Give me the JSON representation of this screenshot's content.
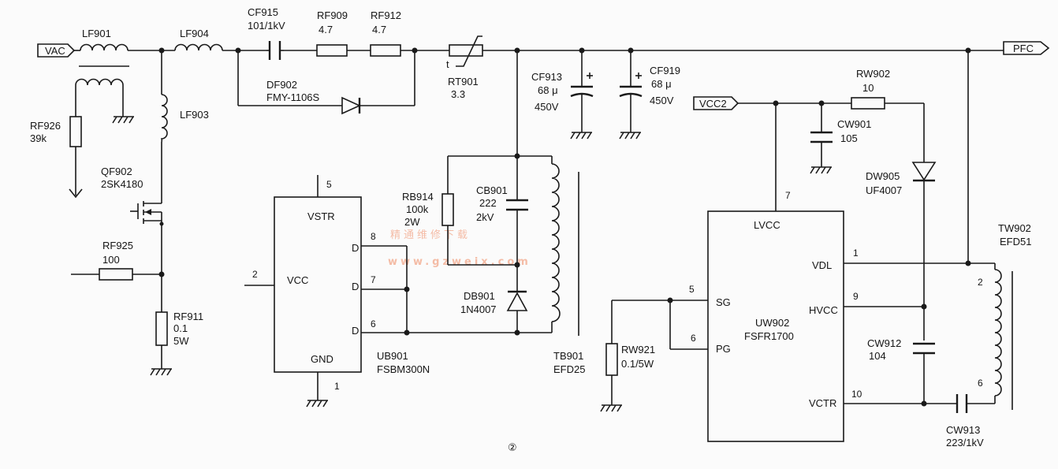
{
  "ports": {
    "vac": "VAC",
    "pfc": "PFC",
    "vcc2": "VCC2"
  },
  "components": {
    "lf901": "LF901",
    "lf904": "LF904",
    "lf903": "LF903",
    "cf915": {
      "name": "CF915",
      "value": "101/1kV"
    },
    "rf909": {
      "name": "RF909",
      "value": "4.7"
    },
    "rf912": {
      "name": "RF912",
      "value": "4.7"
    },
    "df902": {
      "name": "DF902",
      "value": "FMY-1106S"
    },
    "rt901": {
      "name": "RT901",
      "value": "3.3",
      "mark": "t"
    },
    "cf913": {
      "name": "CF913",
      "cap": "68 μ",
      "volt": "450V"
    },
    "cf919": {
      "name": "CF919",
      "cap": "68 μ",
      "volt": "450V"
    },
    "rf926": {
      "name": "RF926",
      "value": "39k"
    },
    "qf902": {
      "name": "QF902",
      "value": "2SK4180"
    },
    "rf925": {
      "name": "RF925",
      "value": "100"
    },
    "rf911": {
      "name": "RF911",
      "value": "0.1",
      "power": "5W"
    },
    "ub901": {
      "name": "UB901",
      "value": "FSBM300N",
      "vstr": "VSTR",
      "vcc": "VCC",
      "gnd": "GND",
      "d": "D",
      "pin5": "5",
      "pin2": "2",
      "pin1": "1",
      "pin8": "8",
      "pin7": "7",
      "pin6": "6"
    },
    "rb914": {
      "name": "RB914",
      "value": "100k",
      "power": "2W"
    },
    "cb901": {
      "name": "CB901",
      "value": "222",
      "volt": "2kV"
    },
    "db901": {
      "name": "DB901",
      "value": "1N4007"
    },
    "tb901": {
      "name": "TB901",
      "value": "EFD25"
    },
    "rw902": {
      "name": "RW902",
      "value": "10"
    },
    "cw901": {
      "name": "CW901",
      "value": "105"
    },
    "dw905": {
      "name": "DW905",
      "value": "UF4007"
    },
    "uw902": {
      "name": "UW902",
      "value": "FSFR1700",
      "lvcc": "LVCC",
      "vdl": "VDL",
      "hvcc": "HVCC",
      "vctr": "VCTR",
      "sg": "SG",
      "pg": "PG",
      "pin7": "7",
      "pin1": "1",
      "pin9": "9",
      "pin10": "10",
      "pin5": "5",
      "pin6": "6"
    },
    "rw921": {
      "name": "RW921",
      "value": "0.1/5W"
    },
    "cw912": {
      "name": "CW912",
      "value": "104"
    },
    "cw913": {
      "name": "CW913",
      "value": "223/1kV"
    },
    "tw902": {
      "name": "TW902",
      "value": "EFD51",
      "pin2": "2",
      "pin6": "6"
    }
  },
  "watermark": {
    "cn": "精通维修下载",
    "url": "www.gzweix.com"
  },
  "figure_number": "②"
}
